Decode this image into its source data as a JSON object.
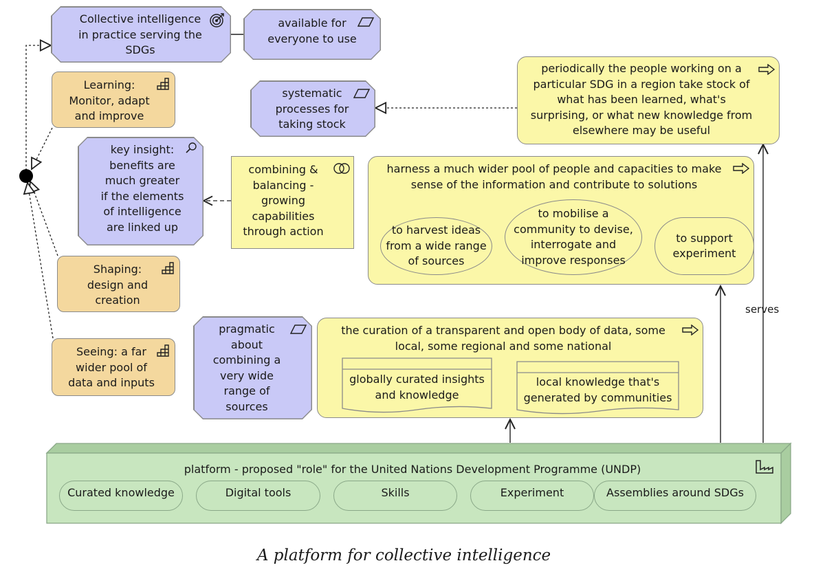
{
  "goal": {
    "text": "Collective intelligence\nin practice serving the\nSDGs",
    "icon": "target-icon"
  },
  "principles": [
    {
      "id": "available",
      "text": "available for\neveryone to use",
      "icon": "principle-parallelogram-icon"
    },
    {
      "id": "systematic",
      "text": "systematic\nprocesses for\ntaking stock",
      "icon": "principle-parallelogram-icon"
    },
    {
      "id": "pragmatic",
      "text": "pragmatic\nabout\ncombining a\nvery wide\nrange of\nsources",
      "icon": "principle-parallelogram-icon"
    }
  ],
  "assessment": {
    "text": "key insight:\nbenefits are\nmuch greater\nif the elements\nof intelligence\nare linked up",
    "icon": "magnifier-icon"
  },
  "capabilities": [
    {
      "id": "learning",
      "text": "Learning:\nMonitor, adapt\nand improve",
      "icon": "capability-grid-icon"
    },
    {
      "id": "shaping",
      "text": "Shaping:\ndesign and\ncreation",
      "icon": "capability-grid-icon"
    },
    {
      "id": "seeing",
      "text": "Seeing: a far\nwider pool of\ndata and inputs",
      "icon": "capability-grid-icon"
    }
  ],
  "interaction": {
    "text": "combining &\nbalancing -\ngrowing\ncapabilities\nthrough action",
    "icon": "interaction-circles-icon"
  },
  "services": {
    "periodic": {
      "text": "periodically  the people working on a\nparticular SDG in a region take stock of\nwhat has been learned, what's\nsurprising, or what new knowledge from\nelsewhere may be useful",
      "icon": "service-arrow-icon"
    },
    "harness": {
      "text": "harness a much wider pool of people and capacities to make\nsense of the information and contribute to solutions",
      "icon": "service-arrow-icon",
      "functions": [
        "to harvest ideas\nfrom a wide range\nof sources",
        "to mobilise a\ncommunity to devise,\ninterrogate and\nimprove responses",
        "to support\nexperiment"
      ]
    },
    "curation": {
      "text": "the curation of a transparent and open body of data, some\nlocal, some regional and some national",
      "icon": "service-arrow-icon",
      "documents": [
        "globally curated insights\nand knowledge",
        "local knowledge that's\ngenerated by communities"
      ]
    }
  },
  "platform": {
    "title": "platform - proposed \"role\" for the United Nations Development Programme (UNDP)",
    "icon": "factory-icon",
    "items": [
      "Curated knowledge",
      "Digital tools",
      "Skills",
      "Experiment",
      "Assemblies around SDGs"
    ]
  },
  "relation_label": "serves",
  "caption": "A platform for collective intelligence",
  "colors": {
    "motivation": "#c9c9f7",
    "capability": "#f4d89e",
    "business": "#fbf7a8",
    "technology": "#c8e6bf",
    "border": "#8a8a8a"
  }
}
